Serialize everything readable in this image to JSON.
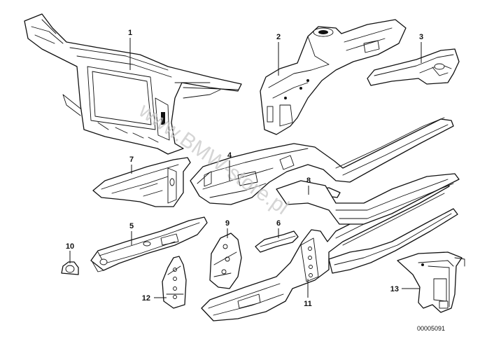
{
  "diagram": {
    "callouts": [
      {
        "id": "1",
        "label": "1"
      },
      {
        "id": "2",
        "label": "2"
      },
      {
        "id": "3",
        "label": "3"
      },
      {
        "id": "4",
        "label": "4"
      },
      {
        "id": "5",
        "label": "5"
      },
      {
        "id": "6",
        "label": "6"
      },
      {
        "id": "7",
        "label": "7"
      },
      {
        "id": "8",
        "label": "8"
      },
      {
        "id": "9",
        "label": "9"
      },
      {
        "id": "10",
        "label": "10"
      },
      {
        "id": "11",
        "label": "11"
      },
      {
        "id": "12",
        "label": "12"
      },
      {
        "id": "13",
        "label": "13"
      }
    ],
    "document_number": "00005091",
    "watermark": "www.BMW-store.pl"
  }
}
